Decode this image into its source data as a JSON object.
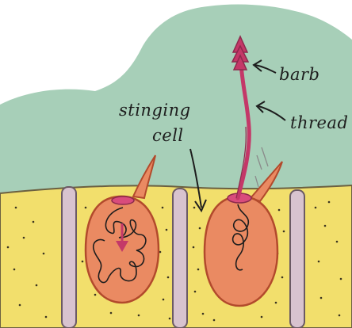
{
  "labels": {
    "barb": "barb",
    "thread": "thread",
    "stinging_line1": "stinging",
    "stinging_line2": "cell"
  },
  "colors": {
    "water": "#a7cfb8",
    "tissue": "#f2df6c",
    "cell_fill": "#ea8a62",
    "cell_outline": "#b24a2c",
    "cap": "#d94c7c",
    "thread": "#c43868",
    "stalk": "#d8c3cf",
    "ink": "#1d1d1d"
  }
}
